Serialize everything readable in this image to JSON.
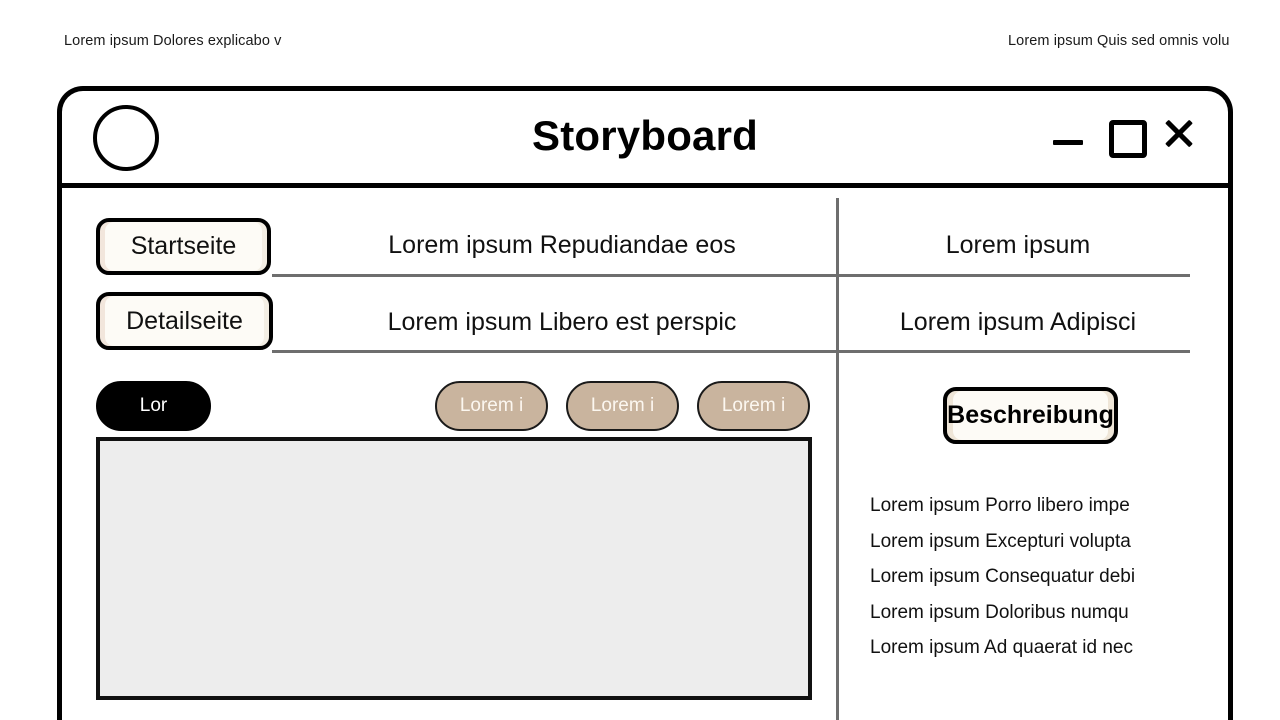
{
  "annotations": {
    "top_left": "Lorem ipsum Dolores explicabo v",
    "top_right": "Lorem ipsum Quis sed omnis volu"
  },
  "window": {
    "title": "Storyboard",
    "avatar_icon": "avatar-circle-icon",
    "controls": [
      {
        "name": "minimize-icon",
        "label": "—"
      },
      {
        "name": "maximize-icon",
        "label": "□"
      },
      {
        "name": "close-icon",
        "label": "✕"
      }
    ]
  },
  "nav": {
    "items": [
      {
        "label": "Startseite"
      },
      {
        "label": "Detailseite"
      }
    ]
  },
  "rows": {
    "main": [
      "Lorem ipsum Repudiandae eos",
      "Lorem ipsum Libero est perspic"
    ],
    "side": [
      "Lorem ipsum",
      "Lorem ipsum Adipisci"
    ]
  },
  "actions": {
    "primary": "Lor",
    "tags": [
      "Lorem i",
      "Lorem i",
      "Lorem i"
    ]
  },
  "panel": {
    "heading": "Beschreibung",
    "items": [
      "Lorem ipsum Porro libero impe",
      "Lorem ipsum Excepturi volupta",
      "Lorem ipsum Consequatur debi",
      "Lorem ipsum Doloribus numqu",
      "Lorem ipsum Ad quaerat id nec"
    ]
  },
  "canvas": {
    "placeholder_label": ""
  },
  "colors": {
    "tag_fill": "#c9b49e",
    "primary_fill": "#000000",
    "canvas_fill": "#ededed",
    "rule": "#6e6e6e",
    "button_fill": "#fdfbf6"
  }
}
